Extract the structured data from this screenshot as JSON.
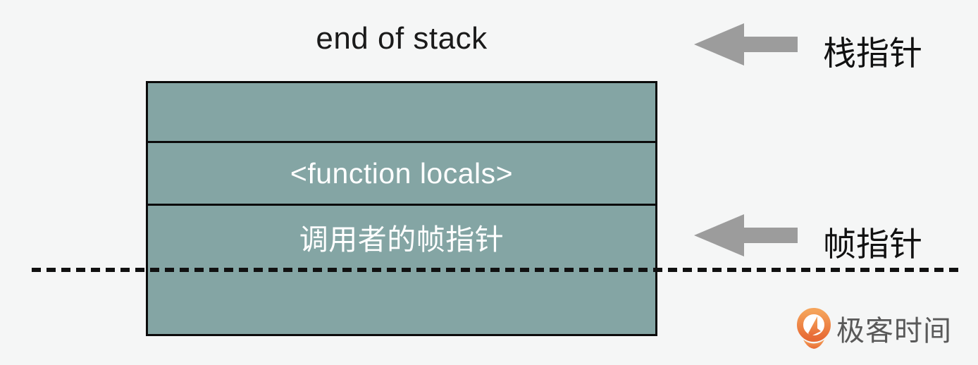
{
  "diagram": {
    "title": "end of stack",
    "stack": {
      "rows": [
        {
          "label": ""
        },
        {
          "label": "<function locals>"
        },
        {
          "label": "调用者的帧指针"
        },
        {
          "label": ""
        }
      ]
    },
    "pointers": {
      "stack_pointer": {
        "label": "栈指针",
        "icon": "left-arrow-icon"
      },
      "frame_pointer": {
        "label": "帧指针",
        "icon": "left-arrow-icon"
      }
    },
    "frame_boundary": {
      "style": "dashed-line"
    },
    "logo": {
      "icon": "geektime-clock-pin-icon",
      "text": "极客时间"
    },
    "colors": {
      "background": "#f5f6f6",
      "box_fill": "#84a5a4",
      "box_border": "#0b0b0b",
      "arrow_gray": "#9c9c9c",
      "row_text": "#ffffff",
      "title_text": "#1a1a1a",
      "dashed_line": "#111111",
      "logo_orange_top": "#f5a35a",
      "logo_orange_bottom": "#e76a35",
      "logo_text_color": "#595959"
    }
  }
}
